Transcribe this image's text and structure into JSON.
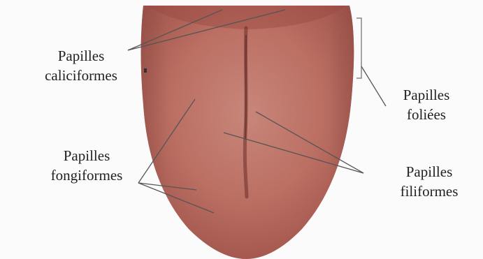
{
  "labels": {
    "caliciformes": {
      "line1": "Papilles",
      "line2": "caliciformes"
    },
    "foliees": {
      "line1": "Papilles",
      "line2": "foliées"
    },
    "fongiformes": {
      "line1": "Papilles",
      "line2": "fongiformes"
    },
    "filiformes": {
      "line1": "Papilles",
      "line2": "filiformes"
    }
  },
  "colors": {
    "background": "#fbfbfb",
    "tongue_base": "#b8665a",
    "tongue_light": "#cd8a7c",
    "tongue_dark": "#7e3c35",
    "median_groove": "#6a2c28",
    "leader_line": "#555555"
  }
}
